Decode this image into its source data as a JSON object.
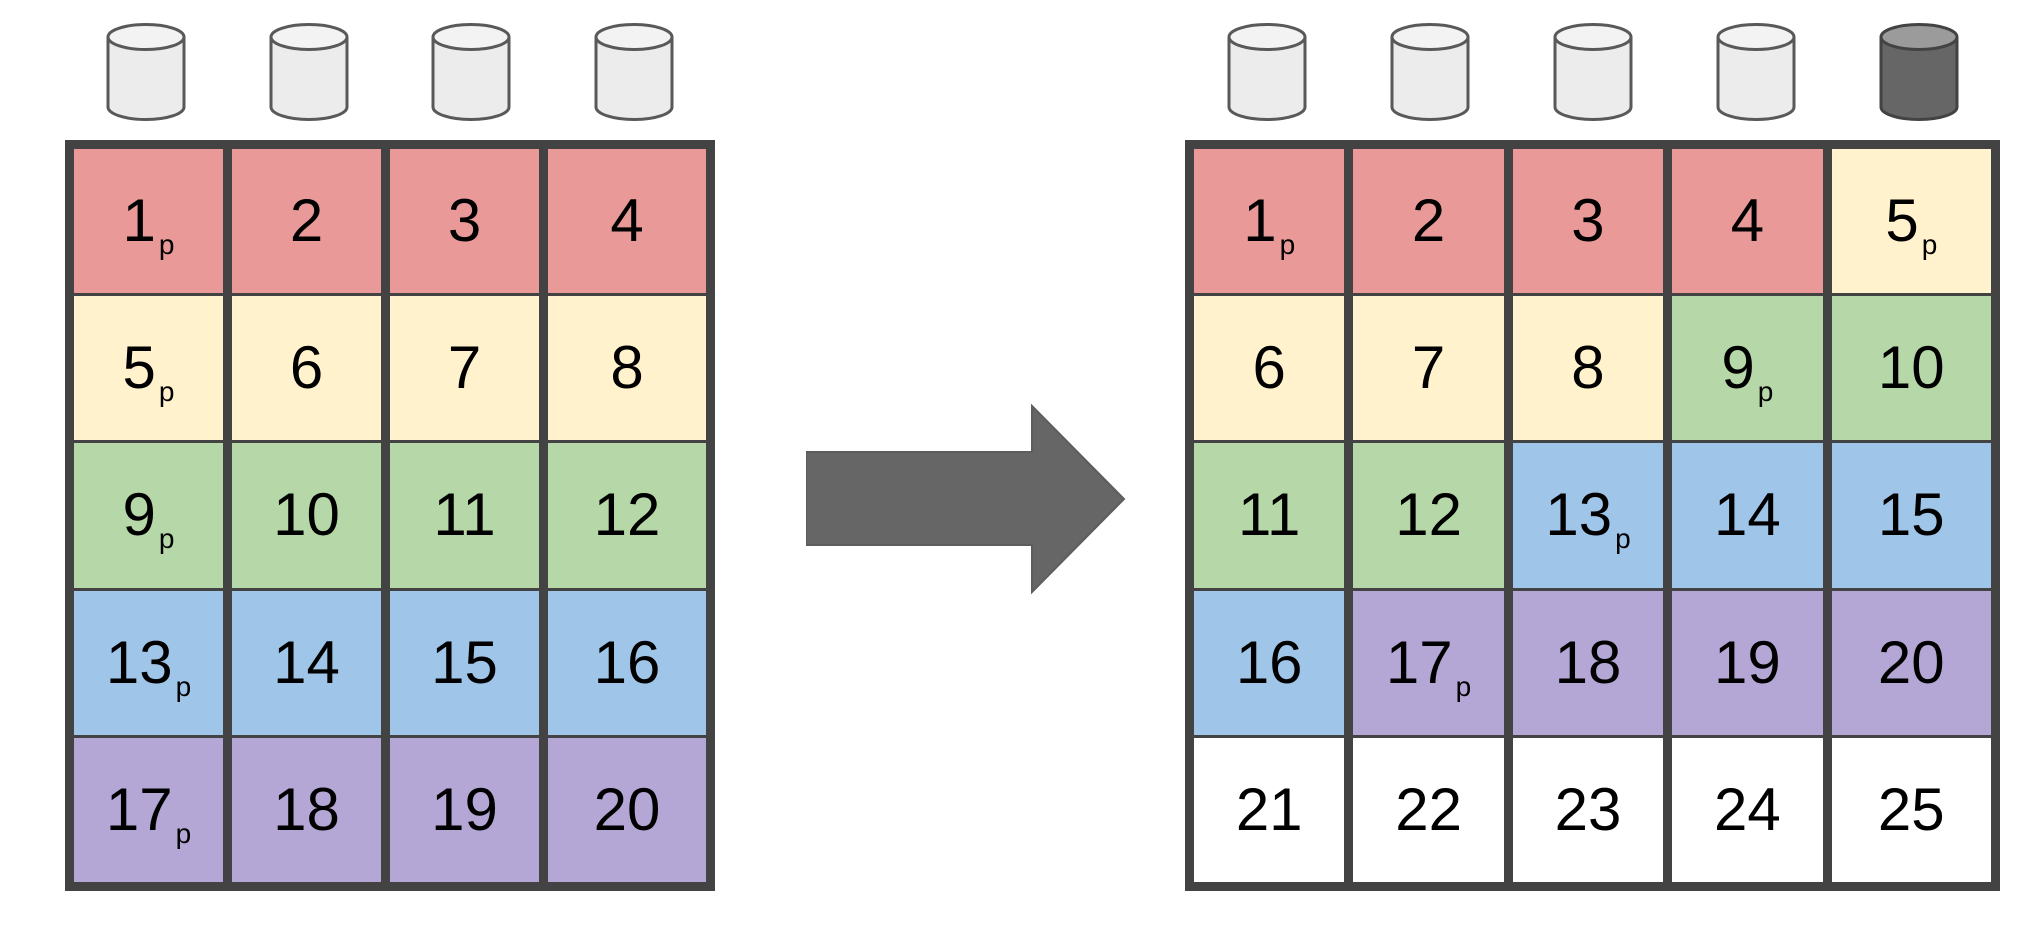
{
  "colors": {
    "grid_border": "#434343",
    "arrow": "#666666",
    "blocks": {
      "red": "#ea9999",
      "yellow": "#fff2cc",
      "green": "#b6d7a8",
      "blue": "#9fc5e8",
      "purple": "#b4a7d6",
      "white": "#ffffff"
    },
    "disks": {
      "existing": {
        "body": "#ececec",
        "top": "#f3f3f3",
        "stroke": "#595959"
      },
      "new": {
        "body": "#666666",
        "top": "#9b9b9b",
        "stroke": "#434343"
      }
    }
  },
  "parity_subscript": "p",
  "left_array": {
    "disks": [
      "existing",
      "existing",
      "existing",
      "existing"
    ],
    "grid": [
      [
        {
          "n": "1",
          "sub": "p",
          "c": "red"
        },
        {
          "n": "2",
          "c": "red"
        },
        {
          "n": "3",
          "c": "red"
        },
        {
          "n": "4",
          "c": "red"
        }
      ],
      [
        {
          "n": "5",
          "sub": "p",
          "c": "yellow"
        },
        {
          "n": "6",
          "c": "yellow"
        },
        {
          "n": "7",
          "c": "yellow"
        },
        {
          "n": "8",
          "c": "yellow"
        }
      ],
      [
        {
          "n": "9",
          "sub": "p",
          "c": "green"
        },
        {
          "n": "10",
          "c": "green"
        },
        {
          "n": "11",
          "c": "green"
        },
        {
          "n": "12",
          "c": "green"
        }
      ],
      [
        {
          "n": "13",
          "sub": "p",
          "c": "blue"
        },
        {
          "n": "14",
          "c": "blue"
        },
        {
          "n": "15",
          "c": "blue"
        },
        {
          "n": "16",
          "c": "blue"
        }
      ],
      [
        {
          "n": "17",
          "sub": "p",
          "c": "purple"
        },
        {
          "n": "18",
          "c": "purple"
        },
        {
          "n": "19",
          "c": "purple"
        },
        {
          "n": "20",
          "c": "purple"
        }
      ]
    ]
  },
  "right_array": {
    "disks": [
      "existing",
      "existing",
      "existing",
      "existing",
      "new"
    ],
    "grid": [
      [
        {
          "n": "1",
          "sub": "p",
          "c": "red"
        },
        {
          "n": "2",
          "c": "red"
        },
        {
          "n": "3",
          "c": "red"
        },
        {
          "n": "4",
          "c": "red"
        },
        {
          "n": "5",
          "sub": "p",
          "c": "yellow"
        }
      ],
      [
        {
          "n": "6",
          "c": "yellow"
        },
        {
          "n": "7",
          "c": "yellow"
        },
        {
          "n": "8",
          "c": "yellow"
        },
        {
          "n": "9",
          "sub": "p",
          "c": "green"
        },
        {
          "n": "10",
          "c": "green"
        }
      ],
      [
        {
          "n": "11",
          "c": "green"
        },
        {
          "n": "12",
          "c": "green"
        },
        {
          "n": "13",
          "sub": "p",
          "c": "blue"
        },
        {
          "n": "14",
          "c": "blue"
        },
        {
          "n": "15",
          "c": "blue"
        }
      ],
      [
        {
          "n": "16",
          "c": "blue"
        },
        {
          "n": "17",
          "sub": "p",
          "c": "purple"
        },
        {
          "n": "18",
          "c": "purple"
        },
        {
          "n": "19",
          "c": "purple"
        },
        {
          "n": "20",
          "c": "purple"
        }
      ],
      [
        {
          "n": "21",
          "c": "white"
        },
        {
          "n": "22",
          "c": "white"
        },
        {
          "n": "23",
          "c": "white"
        },
        {
          "n": "24",
          "c": "white"
        },
        {
          "n": "25",
          "c": "white"
        }
      ]
    ]
  }
}
